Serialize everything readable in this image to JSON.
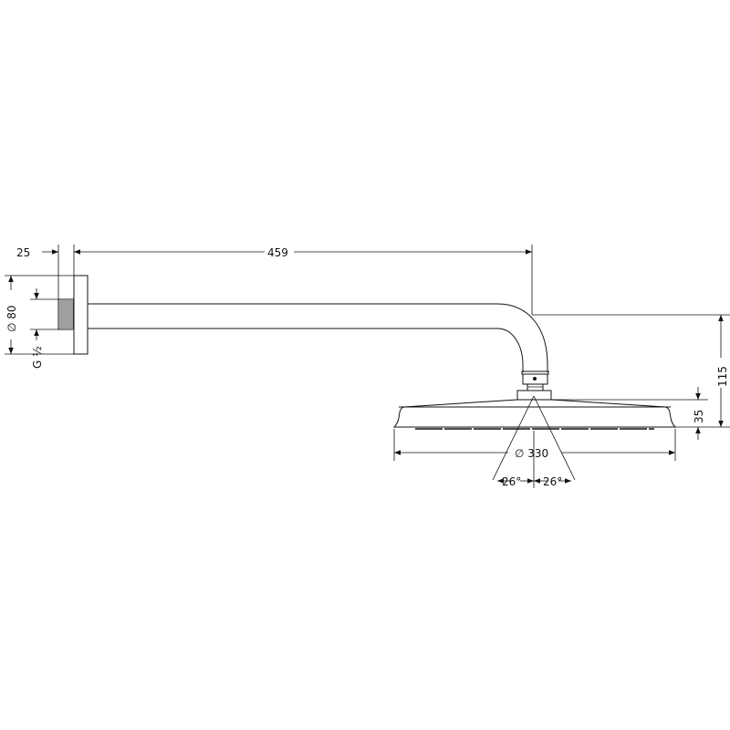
{
  "drawing": {
    "dimensions": {
      "flange_depth": "25",
      "arm_length": "459",
      "flange_diameter": "∅ 80",
      "thread": "G ½",
      "drop_height": "115",
      "head_height": "35",
      "head_diameter": "∅ 330",
      "angle_left": "26°",
      "angle_right": "26°"
    },
    "colors": {
      "line": "#111111",
      "background": "#ffffff"
    }
  }
}
